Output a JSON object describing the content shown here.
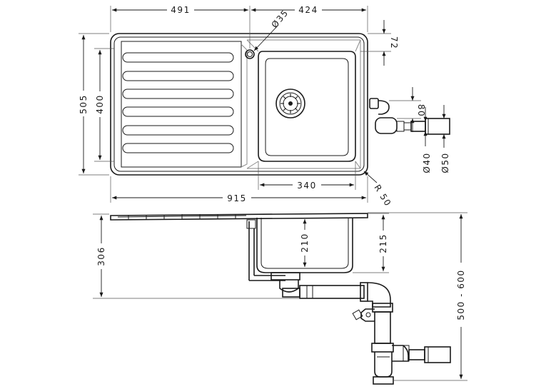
{
  "dimensions": {
    "d491": "491",
    "d424": "424",
    "d35": "Ø35",
    "d72": "72",
    "d505": "505",
    "d400": "400",
    "d80": "80",
    "d40": "Ø40",
    "d50": "Ø50",
    "d340": "340",
    "dR50": "R 50",
    "d915": "915",
    "d306": "306",
    "d210": "210",
    "d215": "215",
    "d500_600": "500 - 600"
  }
}
